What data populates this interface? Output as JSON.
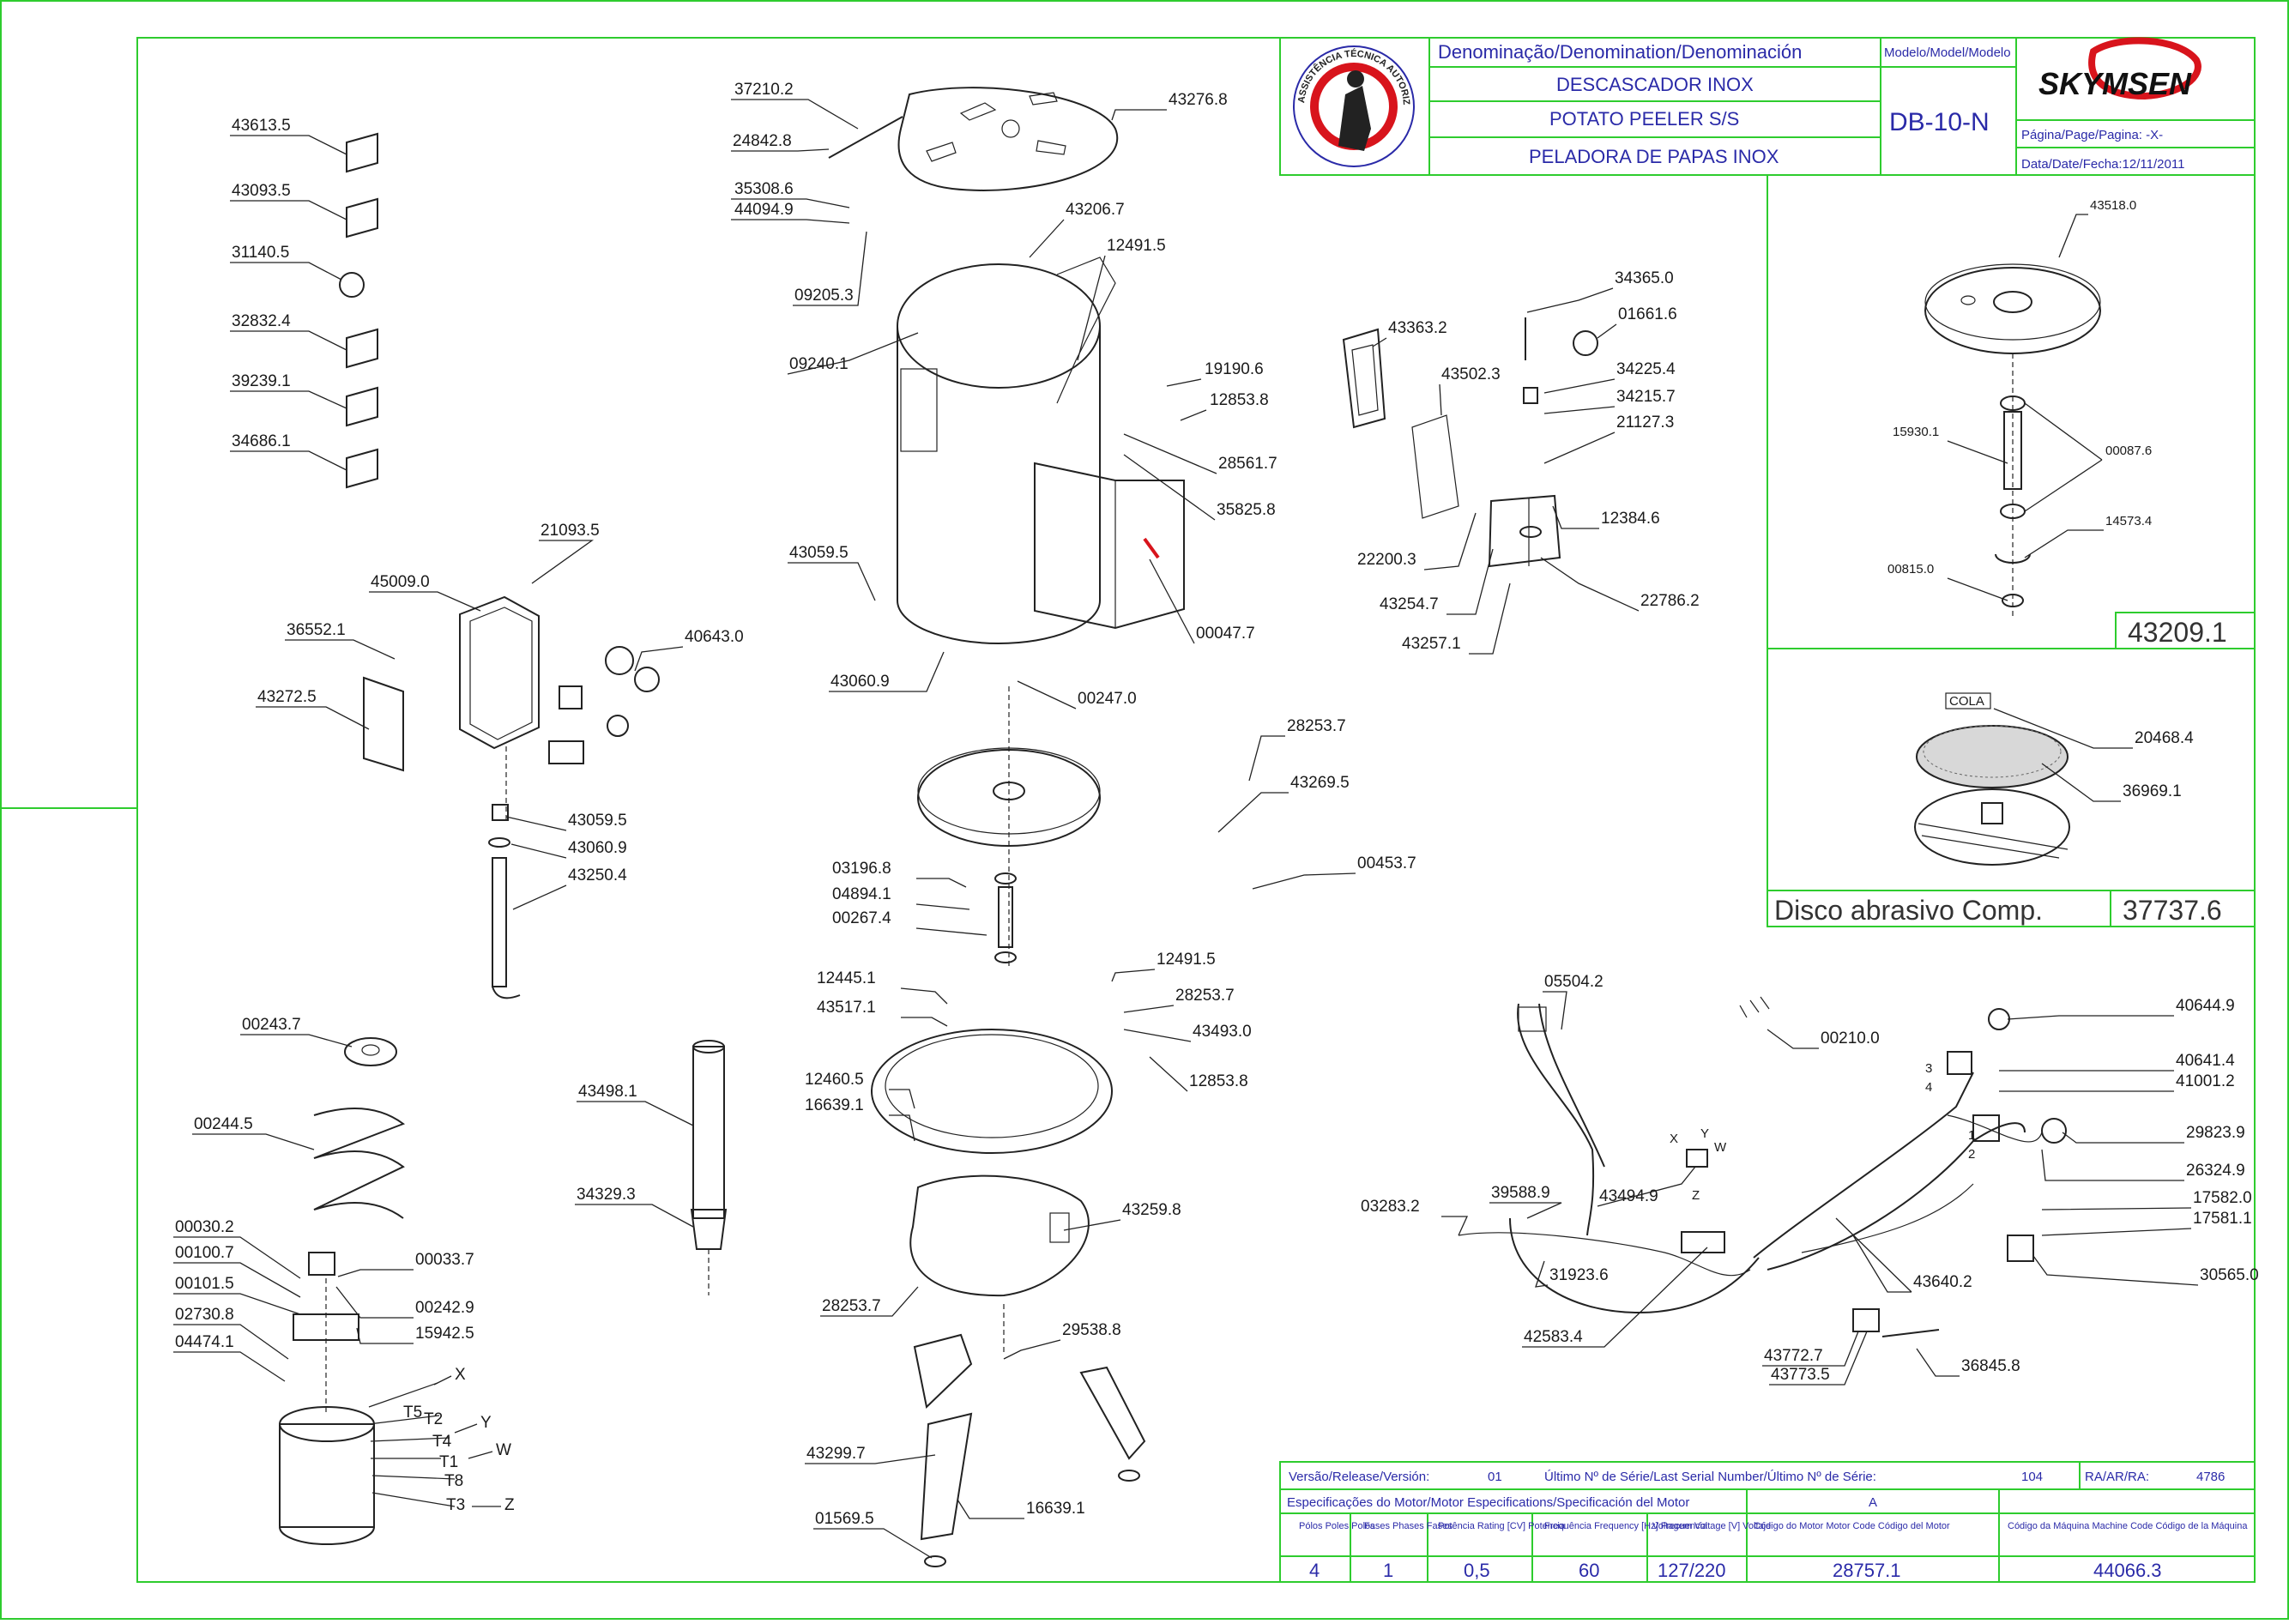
{
  "title_block": {
    "denomination_header": "Denominação/Denomination/Denominación",
    "model_header": "Modelo/Model/Modelo",
    "name_pt": "DESCASCADOR INOX",
    "name_en": "POTATO PEELER S/S",
    "name_es": "PELADORA DE PAPAS INOX",
    "model": "DB-10-N",
    "page": "Página/Page/Pagina: -X-",
    "date": "Data/Date/Fecha:12/11/2011",
    "brand": "SKYMSEN",
    "seal_text": "ASSISTÊNCIA TÉCNICA AUTORIZADA"
  },
  "bottom_block": {
    "version_label": "Versão/Release/Versión:",
    "version": "01",
    "serial_label": "Último Nº de Série/Last Serial Number/Último Nº de Série:",
    "serial": "104",
    "ra_label": "RA/AR/RA:",
    "ra": "4786",
    "motor_spec_title": "Especificações do Motor/Motor Especifications/Specificación del Motor",
    "motor_variant": "A",
    "col_poles": "Pólos Poles Polos",
    "col_phases": "Fases Phases Fases",
    "col_power": "Potência Rating [CV] Potencia",
    "col_freq": "Frequência Frequency [Hz] Frecuencia",
    "col_voltage": "Voltagem Voltage [V] Voltaje",
    "col_motor_code": "Código do Motor Motor Code Código del Motor",
    "col_machine_code": "Código da Máquina Machine Code Código de la Máquina",
    "poles": "4",
    "phases": "1",
    "power": "0,5",
    "frequency": "60",
    "voltage": "127/220",
    "motor_code": "28757.1",
    "machine_code": "44066.3"
  },
  "inset_panels": {
    "bearing_assembly_code": "43209.1",
    "abrasive_disc_label": "Disco abrasivo Comp.",
    "abrasive_disc_code": "37737.6",
    "cola_label": "COLA"
  },
  "motor_wires": [
    "T5",
    "T2",
    "T4",
    "T1",
    "T8",
    "T3"
  ],
  "motor_terminals": [
    "X",
    "Y",
    "W",
    "Z"
  ],
  "switch_terminals": [
    "X",
    "Y",
    "W",
    "Z"
  ],
  "connector_pins": [
    "3",
    "4",
    "1",
    "2"
  ],
  "part_labels": [
    "43613.5",
    "43093.5",
    "31140.5",
    "32832.4",
    "39239.1",
    "34686.1",
    "37210.2",
    "24842.8",
    "43276.8",
    "35308.6",
    "44094.9",
    "43206.7",
    "12491.5",
    "09205.3",
    "09240.1",
    "19190.6",
    "12853.8",
    "28561.7",
    "35825.8",
    "00047.7",
    "21093.5",
    "45009.0",
    "36552.1",
    "40643.0",
    "43272.5",
    "43059.5",
    "43060.9",
    "00247.0",
    "43059.5",
    "43060.9",
    "43250.4",
    "28253.7",
    "43269.5",
    "00453.7",
    "03196.8",
    "04894.1",
    "00267.4",
    "12491.5",
    "28253.7",
    "43493.0",
    "12853.8",
    "12445.1",
    "43517.1",
    "12460.5",
    "16639.1",
    "00243.7",
    "00244.5",
    "43498.1",
    "34329.3",
    "43259.8",
    "00030.2",
    "00100.7",
    "00033.7",
    "00101.5",
    "00242.9",
    "02730.8",
    "15942.5",
    "04474.1",
    "28253.7",
    "29538.8",
    "43299.7",
    "16639.1",
    "01569.5",
    "43363.2",
    "43502.3",
    "34365.0",
    "01661.6",
    "34225.4",
    "34215.7",
    "21127.3",
    "12384.6",
    "22200.3",
    "43254.7",
    "22786.2",
    "43257.1",
    "43518.0",
    "15930.1",
    "00087.6",
    "14573.4",
    "00815.0",
    "20468.4",
    "36969.1",
    "05504.2",
    "00210.0",
    "40644.9",
    "40641.4",
    "41001.2",
    "29823.9",
    "26324.9",
    "03283.2",
    "39588.9",
    "43494.9",
    "31923.6",
    "17582.0",
    "17581.1",
    "30565.0",
    "43640.2",
    "42583.4",
    "43772.7",
    "43773.5",
    "36845.8"
  ],
  "colors": {
    "frame_green": "#2ecc2e",
    "title_blue": "#2a2aa8",
    "brand_red": "#d8141c",
    "line": "#222222"
  }
}
